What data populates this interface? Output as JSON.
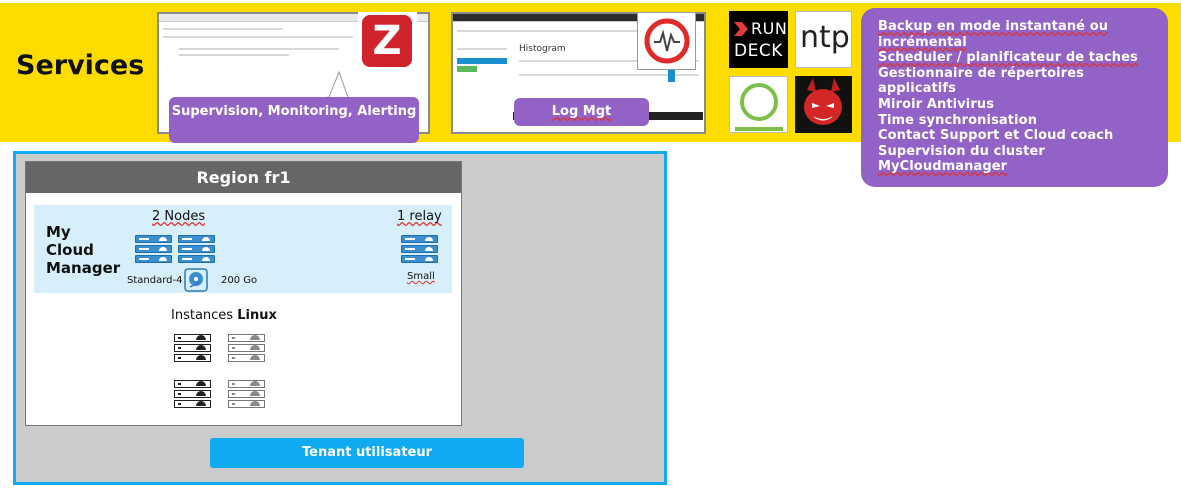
{
  "services": {
    "title": "Services",
    "supervision_label": "Supervision, Monitoring, Alerting",
    "logmgt_label": "Log Mgt",
    "rundeck": {
      "line1": "RUN",
      "line2": "DECK"
    },
    "ntp": "ntp",
    "features": [
      "Backup en mode instantané ou incrémental",
      "Scheduler / planificateur de taches",
      "Gestionnaire de répertoires applicatifs",
      "Miroir Antivirus",
      "Time synchronisation",
      "Contact Support et Cloud coach",
      "Supervision du cluster",
      "MyCloudmanager"
    ],
    "zabbix_letter": "Z",
    "logmgt_screen": {
      "histogram_title": "Histogram"
    }
  },
  "region": {
    "title": "Region fr1",
    "mcm_label_1": "My",
    "mcm_label_2": "Cloud",
    "mcm_label_3": "Manager",
    "nodes_label": "2 Nodes",
    "relay_label": "1 relay",
    "node_type": "Standard-4",
    "disk_size": "200 Go",
    "relay_size": "Small",
    "instances_prefix": "Instances ",
    "instances_os": "Linux"
  },
  "tenant": {
    "label": "Tenant utilisateur"
  },
  "colors": {
    "band": "#fddc00",
    "purple": "#9262c7",
    "tenant_blue": "#10aaf0",
    "region_head": "#666666",
    "mcm_bg": "#d6effa"
  }
}
